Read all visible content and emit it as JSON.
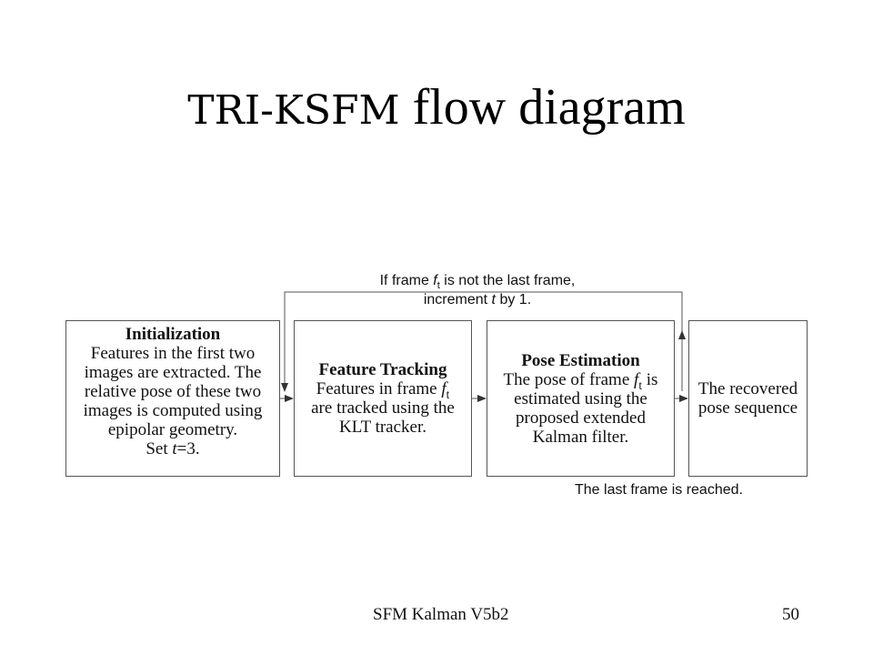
{
  "slide": {
    "title_part1": "TRI-KSFM",
    "title_part2": " flow diagram",
    "footer_left": "SFM Kalman V5b2",
    "footer_right": "50"
  },
  "boxes": {
    "initialization": {
      "heading": "Initialization",
      "lines": [
        "Features in the first two",
        "images are extracted. The",
        "relative pose of these two",
        "images is computed using",
        "epipolar geometry."
      ],
      "set_prefix": "Set ",
      "set_var": "t",
      "set_suffix": "=3."
    },
    "feature_tracking": {
      "heading": "Feature Tracking",
      "line1_prefix": "Features in frame ",
      "frame_var": "f",
      "frame_sub": "t",
      "line2": "are tracked  using the",
      "line3": "KLT tracker."
    },
    "pose_estimation": {
      "heading": "Pose Estimation",
      "line1_prefix": "The pose of frame ",
      "frame_var": "f",
      "frame_sub": "t",
      "line1_suffix": " is",
      "line2": "estimated using the",
      "line3": "proposed extended",
      "line4": "Kalman filter."
    },
    "result": {
      "line1": "The recovered",
      "line2": "pose sequence"
    }
  },
  "notes": {
    "loop_prefix": "If frame ",
    "loop_var": "f",
    "loop_sub": "t",
    "loop_suffix": " is not the last frame,",
    "loop_line2_prefix": "increment ",
    "loop_line2_var": "t",
    "loop_line2_suffix": " by 1.",
    "last_frame": "The last frame is reached."
  }
}
